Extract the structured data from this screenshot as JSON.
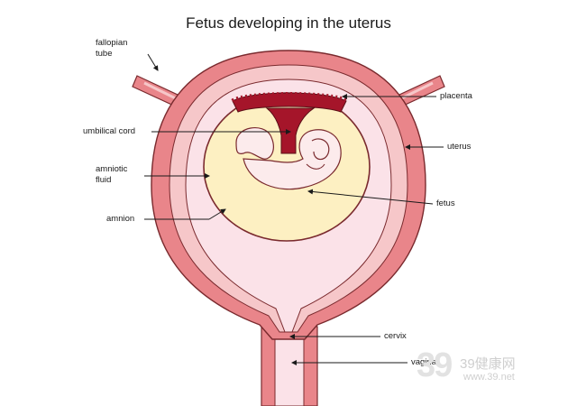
{
  "title": "Fetus developing in the uterus",
  "labels": {
    "fallopian_tube": "fallopian\ntube",
    "placenta": "placenta",
    "uterus": "uterus",
    "umbilical_cord": "umbilical cord",
    "amniotic_fluid": "amniotic\nfluid",
    "fetus": "fetus",
    "amnion": "amnion",
    "cervix": "cervix",
    "vagina": "vagina"
  },
  "watermark": {
    "number": "39",
    "brand": "39健康网",
    "url": "www.39.net"
  },
  "colors": {
    "uterus_wall": "#e9858a",
    "uterus_inner": "#f6c7c9",
    "cavity": "#fbe2e8",
    "amniotic_fluid": "#fdf0c2",
    "placenta": "#a5152a",
    "fetus": "#fcebec",
    "outline": "#7a2a2e"
  }
}
